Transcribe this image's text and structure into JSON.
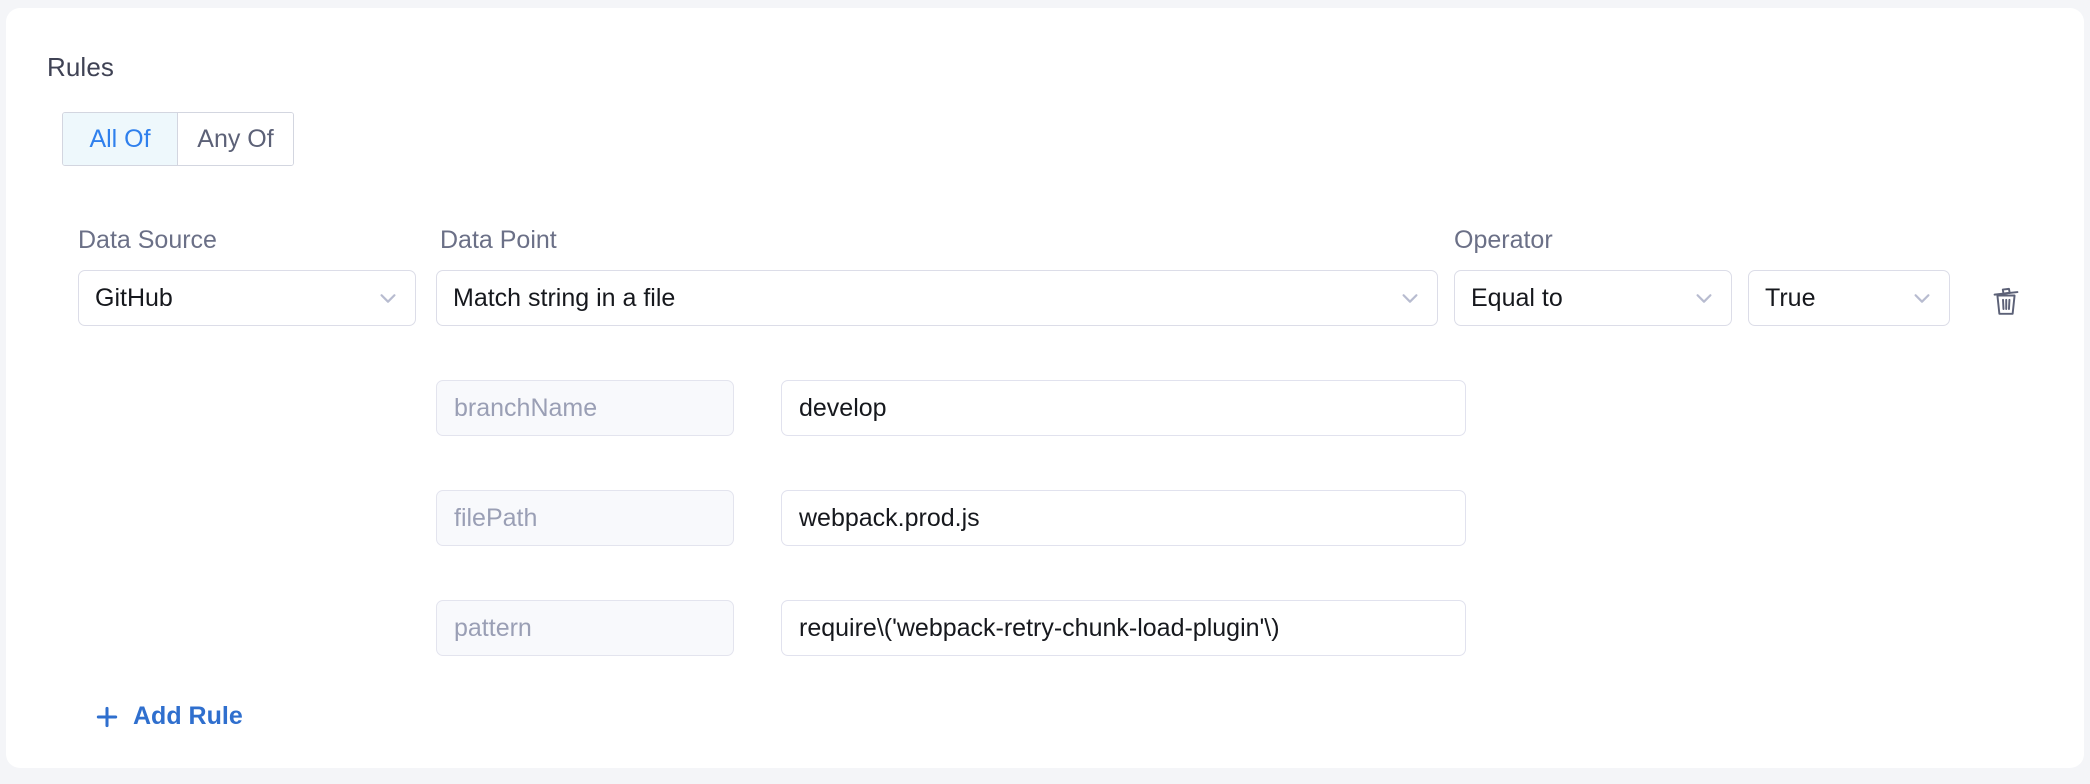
{
  "section": {
    "title": "Rules"
  },
  "match_mode": {
    "options": [
      {
        "label": "All Of",
        "active": true
      },
      {
        "label": "Any Of",
        "active": false
      }
    ]
  },
  "columns": {
    "data_source_label": "Data Source",
    "data_point_label": "Data Point",
    "operator_label": "Operator"
  },
  "rule": {
    "data_source": "GitHub",
    "data_point": "Match string in a file",
    "operator": "Equal to",
    "value": "True",
    "params": [
      {
        "key": "branchName",
        "value": "develop"
      },
      {
        "key": "filePath",
        "value": "webpack.prod.js"
      },
      {
        "key": "pattern",
        "value": "require\\('webpack-retry-chunk-load-plugin'\\)"
      }
    ],
    "delete_icon": "trash-icon"
  },
  "actions": {
    "add_rule_label": "Add Rule",
    "add_rule_icon": "plus-icon"
  },
  "icons": {
    "chevron_down": "chevron-down-icon"
  },
  "colors": {
    "accent_blue": "#2f80ed",
    "link_blue": "#2f6fce",
    "active_tab_bg": "#eef8fc",
    "border": "#dcdde8",
    "disabled_field_bg": "#f8f9fc",
    "muted_text": "#6b7087",
    "page_bg": "#f4f5f8"
  }
}
